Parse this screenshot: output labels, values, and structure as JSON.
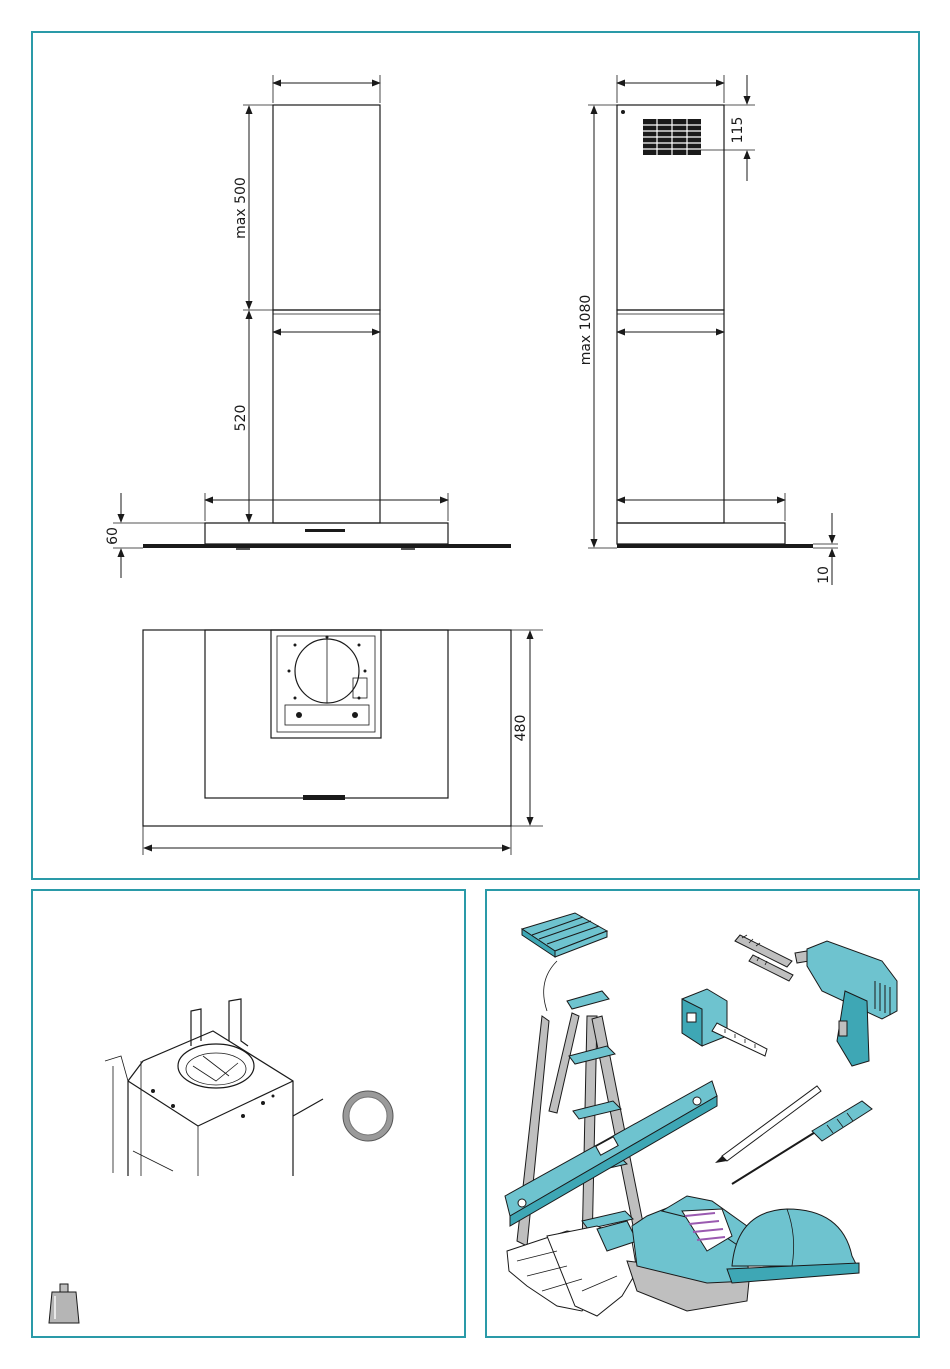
{
  "dimensions": {
    "upper_chimney_height": "max 500",
    "lower_chimney_height": "520",
    "canopy_height": "60",
    "total_height": "max 1080",
    "grille_offset": "115",
    "glass_thickness": "10",
    "canopy_depth": "480"
  },
  "colors": {
    "frame": "#2a9aa8",
    "tool_fill": "#6ec3cf",
    "tool_fill_dark": "#3ea7b5"
  },
  "icons": {
    "weight": "weight-icon",
    "ring": "ring-icon",
    "tools": [
      "step-ladder-icon",
      "drill-bits-icon",
      "electric-drill-icon",
      "tape-measure-icon",
      "spirit-level-icon",
      "pencil-icon",
      "screwdriver-icon",
      "gloves-icon",
      "safety-shoes-icon",
      "hard-hat-icon"
    ]
  }
}
